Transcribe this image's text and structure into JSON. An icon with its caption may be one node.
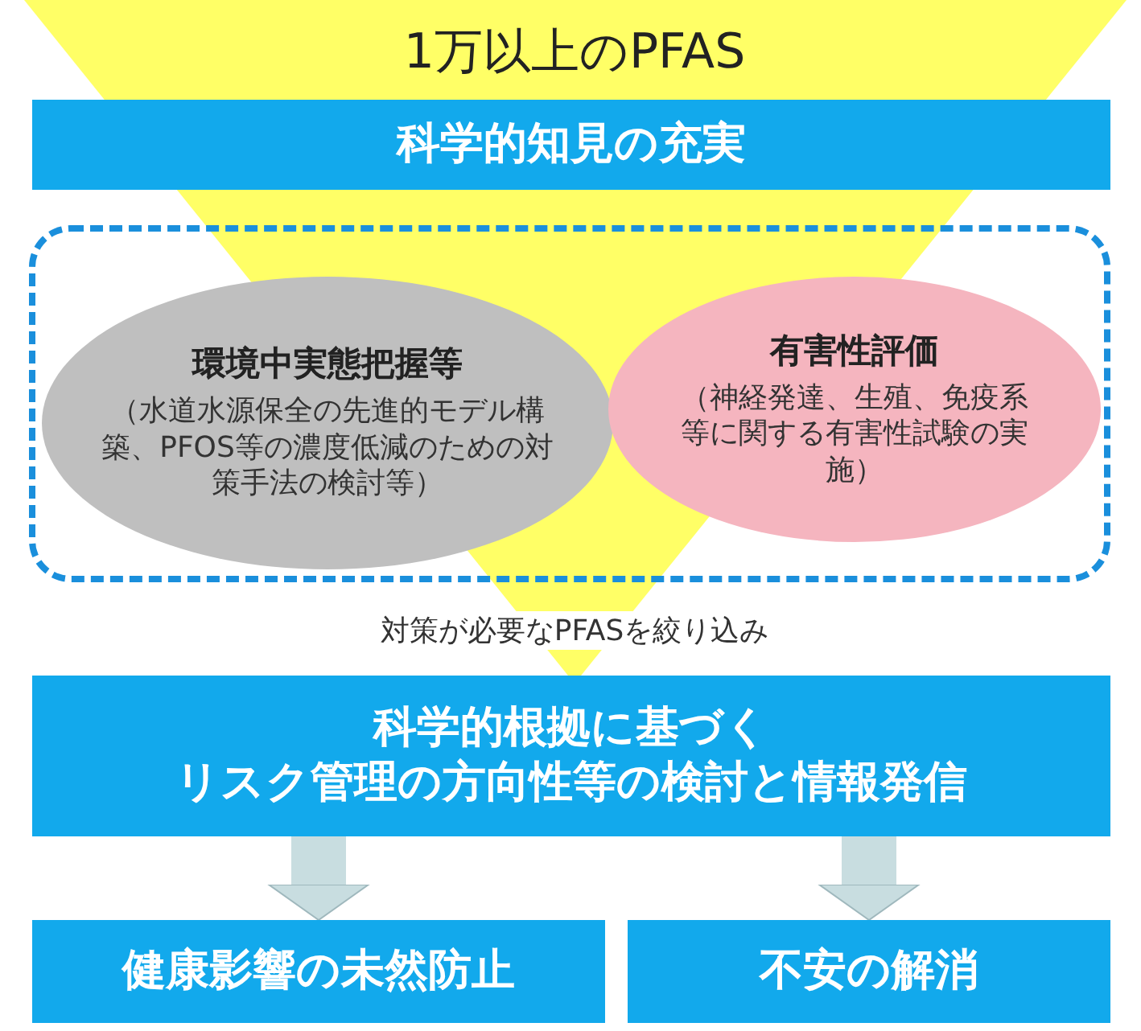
{
  "diagram": {
    "nodes": [
      {
        "text": [
          "科学的知見の充実"
        ]
      },
      {
        "text": [],
        "shape": "box"
      },
      {
        "text": [
          "環境中実態把握等",
          "（水道水源保全の先進的モデル構築、PFOS等の濃度低減のための対策手法の検討等）"
        ],
        "in": 1
      },
      {
        "text": [
          "有害性評価",
          "（神経発達、生殖、免疫系等に関する有害性試験の実施）"
        ],
        "in": 1
      },
      {
        "text": [
          "科学的根拠に基づく",
          "リスク管理の方向性等の検討と情報発信"
        ]
      },
      {
        "text": [
          "健康影響の未然防止"
        ]
      },
      {
        "text": [
          "不安の解消"
        ]
      }
    ],
    "edges": [
      {
        "from": 4,
        "to": 5,
        "arrow": "to"
      },
      {
        "from": 4,
        "to": 6,
        "arrow": "to"
      }
    ],
    "labels": [
      "1万以上のPFAS",
      "対策が必要なPFASを絞り込み"
    ]
  }
}
